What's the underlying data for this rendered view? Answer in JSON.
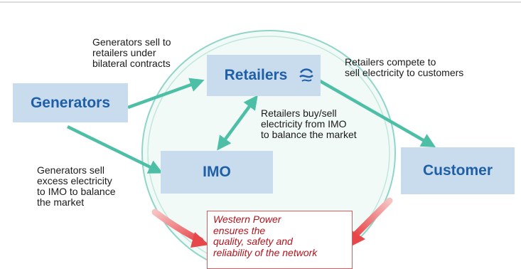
{
  "nodes": {
    "generators": "Generators",
    "retailers": "Retailers",
    "imo": "IMO",
    "customer": "Customer"
  },
  "labels": {
    "generators_to_retailers": "Generators sell to\nretailers under\nbilateral contracts",
    "retailers_to_customer": "Retailers compete to\nsell electricity to customers",
    "retailers_imo": "Retailers buy/sell\nelectricity from IMO\nto balance the market",
    "generators_to_imo": "Generators sell\nexcess electricity\nto IMO to balance\nthe market"
  },
  "western_power": "Western Power\nensures the\nquality, safety and\nreliability of the network",
  "colors": {
    "node_fill": "#c8dced",
    "node_text": "#1f5fa8",
    "arrow": "#4dbfa6",
    "ring": "#7fd0c2",
    "red_arrow": "#e8474a",
    "western_text": "#b2141c"
  }
}
